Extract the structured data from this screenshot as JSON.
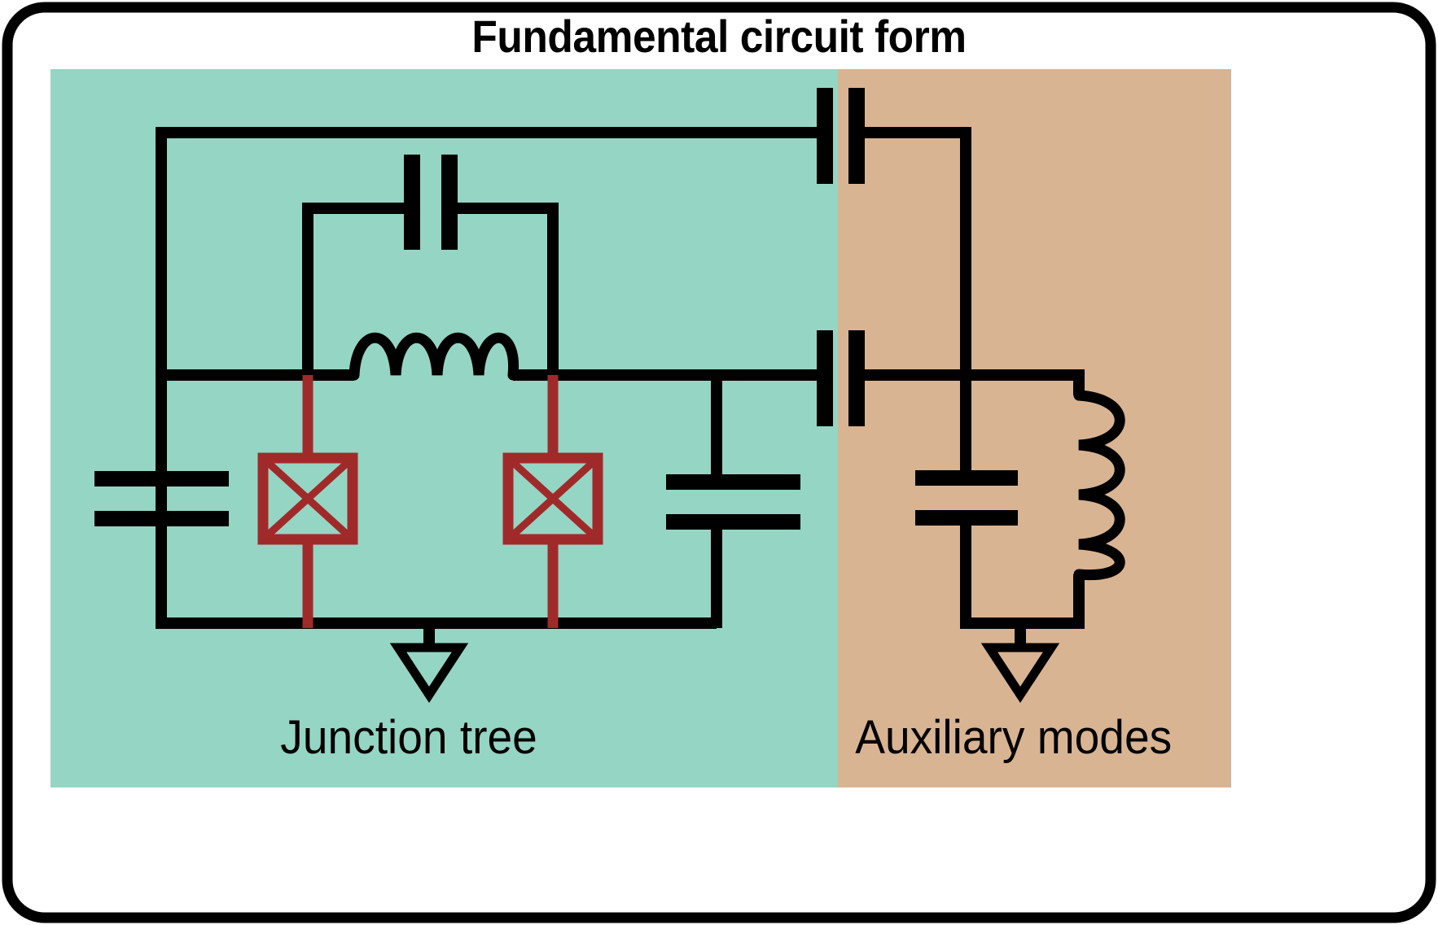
{
  "card": {
    "title": "Fundamental circuit form",
    "border_color": "#000000",
    "background_color": "#ffffff"
  },
  "panels": [
    {
      "id": "junction-tree",
      "label": "Junction tree",
      "fill": "#95D5C4"
    },
    {
      "id": "auxiliary-modes",
      "label": "Auxiliary modes",
      "fill": "#D9B493"
    }
  ],
  "palette": {
    "wire": "#000000",
    "junction": "#A02A2A",
    "teal": "#95D5C4",
    "tan": "#D9B493",
    "white": "#ffffff"
  },
  "circuit": {
    "components": [
      {
        "name": "shunt-capacitor-left",
        "type": "capacitor",
        "orientation": "horizontal-plates",
        "zone": "junction-tree"
      },
      {
        "name": "coupling-capacitor-top",
        "type": "capacitor",
        "orientation": "vertical-plates",
        "zone": "junction-tree"
      },
      {
        "name": "loop-inductor",
        "type": "inductor",
        "orientation": "horizontal",
        "turns": 4,
        "zone": "junction-tree"
      },
      {
        "name": "josephson-junction-left",
        "type": "josephson-junction",
        "zone": "junction-tree"
      },
      {
        "name": "josephson-junction-right",
        "type": "josephson-junction",
        "zone": "junction-tree"
      },
      {
        "name": "shunt-capacitor-right",
        "type": "capacitor",
        "orientation": "horizontal-plates",
        "zone": "junction-tree"
      },
      {
        "name": "ground-junction-tree",
        "type": "ground",
        "zone": "junction-tree"
      },
      {
        "name": "coupling-capacitor-upper",
        "type": "capacitor",
        "orientation": "vertical-plates",
        "zone": "boundary"
      },
      {
        "name": "coupling-capacitor-lower",
        "type": "capacitor",
        "orientation": "vertical-plates",
        "zone": "boundary"
      },
      {
        "name": "aux-capacitor",
        "type": "capacitor",
        "orientation": "horizontal-plates",
        "zone": "auxiliary-modes"
      },
      {
        "name": "aux-inductor",
        "type": "inductor",
        "orientation": "vertical",
        "turns": 4,
        "zone": "auxiliary-modes"
      },
      {
        "name": "ground-auxiliary",
        "type": "ground",
        "zone": "auxiliary-modes"
      }
    ]
  }
}
